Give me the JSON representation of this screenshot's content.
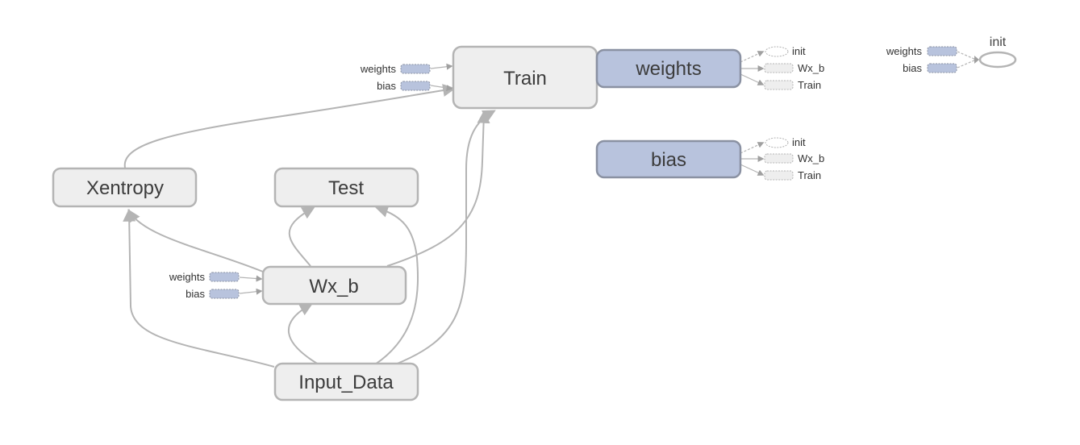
{
  "nodes": {
    "train": "Train",
    "weights": "weights",
    "bias": "bias",
    "xentropy": "Xentropy",
    "test": "Test",
    "wx_b": "Wx_b",
    "input_data": "Input_Data",
    "init": "init"
  },
  "train_inputs": {
    "weights": "weights",
    "bias": "bias"
  },
  "wxb_inputs": {
    "weights": "weights",
    "bias": "bias"
  },
  "weights_outputs": [
    "init",
    "Wx_b",
    "Train"
  ],
  "bias_outputs": [
    "init",
    "Wx_b",
    "Train"
  ],
  "init_inputs": {
    "weights": "weights",
    "bias": "bias"
  },
  "colors": {
    "op_fill": "#eeeeee",
    "op_stroke": "#b4b4b4",
    "variable_fill": "#b8c3dd",
    "variable_stroke": "#8a91a2",
    "edge": "#b4b4b4"
  }
}
